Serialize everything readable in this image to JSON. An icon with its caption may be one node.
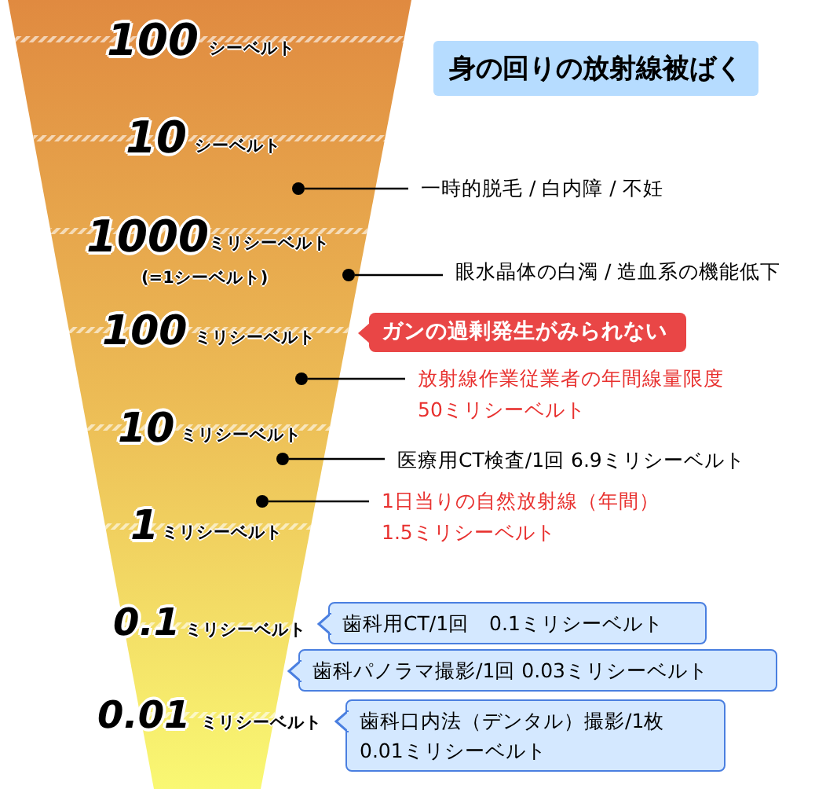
{
  "diagram": {
    "title": "身の回りの放射線被ばく",
    "nodes": [
      {
        "text": [
          "一時的脱毛 / 白内障 / 不妊"
        ]
      },
      {
        "text": [
          "眼水晶体の白濁 / 造血系の機能低下"
        ]
      },
      {
        "text": [
          "ガンの過剰発生がみられない"
        ]
      },
      {
        "text": [
          "放射線作業従業者の年間線量限度 50ミリシーベルト"
        ]
      },
      {
        "text": [
          "医療用CT検査/1回 6.9ミリシーベルト"
        ]
      },
      {
        "text": [
          "1日当りの自然放射線（年間） 1.5ミリシーベルト"
        ]
      },
      {
        "text": [
          "歯科用CT/1回　0.1ミリシーベルト"
        ]
      },
      {
        "text": [
          "歯科パノラマ撮影/1回 0.03ミリシーベルト"
        ]
      },
      {
        "text": [
          "歯科口内法（デンタル）撮影/1枚 0.01ミリシーベルト"
        ]
      },
      {
        "text": [],
        "shape": "circle"
      },
      {
        "text": [],
        "shape": "circle"
      },
      {
        "text": [],
        "shape": "circle"
      },
      {
        "text": [],
        "shape": "circle"
      },
      {
        "text": [],
        "shape": "circle"
      }
    ],
    "edges": [
      {
        "from": 0,
        "to": 9,
        "arrow": "none"
      },
      {
        "from": 1,
        "to": 10,
        "arrow": "none"
      },
      {
        "from": 3,
        "to": 11,
        "arrow": "none"
      },
      {
        "from": 4,
        "to": 12,
        "arrow": "none"
      },
      {
        "from": 5,
        "to": 13,
        "arrow": "none"
      }
    ],
    "labels": [
      "100",
      "シーベルト",
      "10",
      "シーベルト",
      "1000",
      "ミリシーベルト",
      "(=1シーベルト)",
      "100",
      "ミリシーベルト",
      "10",
      "ミリシーベルト",
      "1",
      "ミリシーベルト",
      "0.1",
      "ミリシーベルト",
      "0.01",
      "ミリシーベルト"
    ]
  }
}
